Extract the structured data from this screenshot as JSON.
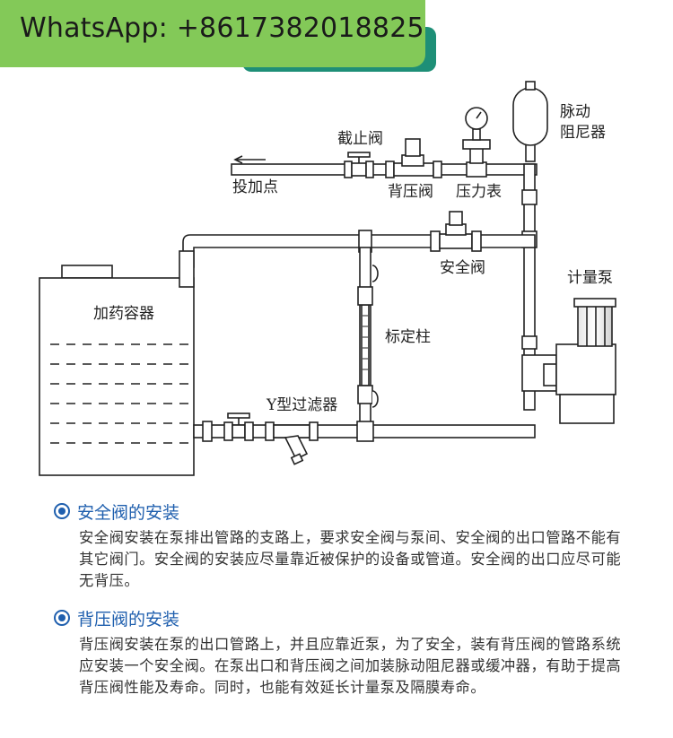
{
  "banner": {
    "text": "WhatsApp: +8617382018825"
  },
  "diagram": {
    "labels": {
      "stop_valve": "截止阀",
      "dosing_point": "投加点",
      "back_pressure_valve": "背压阀",
      "pressure_gauge": "压力表",
      "pulsation_damper_line1": "脉动",
      "pulsation_damper_line2": "阻尼器",
      "safety_valve": "安全阀",
      "metering_pump": "计量泵",
      "dosing_tank": "加药容器",
      "calibration_column": "标定柱",
      "y_strainer": "Y型过滤器"
    }
  },
  "sections": [
    {
      "title": "安全阀的安装",
      "body": "安全阀安装在泵排出管路的支路上，要求安全阀与泵间、安全阀的出口管路不能有其它阀门。安全阀的安装应尽量靠近被保护的设备或管道。安全阀的出口应尽可能无背压。"
    },
    {
      "title": "背压阀的安装",
      "body": "背压阀安装在泵的出口管路上，并且应靠近泵，为了安全，装有背压阀的管路系统应安装一个安全阀。在泵出口和背压阀之间加装脉动阻尼器或缓冲器，有助于提高背压阀性能及寿命。同时，也能有效延长计量泵及隔膜寿命。"
    }
  ],
  "colors": {
    "banner_green": "#83c958",
    "banner_shadow": "#1e8f77",
    "section_blue": "#1f5fae"
  }
}
